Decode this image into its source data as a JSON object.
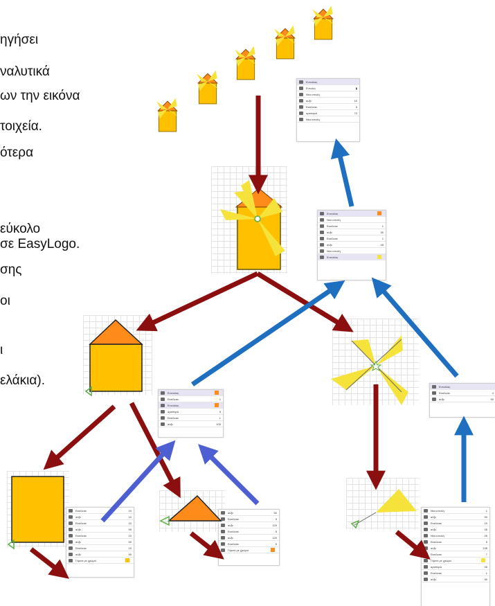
{
  "text_lines": [
    "ηγήσει",
    "ναλυτικά",
    "ων την εικόνα",
    "τοιχεία.",
    "ότερα",
    "εύκολο",
    "σε EasyLogo.",
    "σης",
    "οι",
    "ι",
    "ελάκια)."
  ],
  "panels": {
    "top": [
      {
        "label": "Εντολέας",
        "value": "",
        "hl": true
      },
      {
        "label": "Εντολές",
        "value": "▮"
      },
      {
        "label": "Νέα εντολή",
        "value": ""
      },
      {
        "label": "αύξε",
        "value": "10"
      },
      {
        "label": "Εκτέλεσε",
        "value": "5"
      },
      {
        "label": "αριστερά",
        "value": "72"
      },
      {
        "label": "Νέα εντολή",
        "value": ""
      }
    ],
    "middle": [
      {
        "label": "Εντολέας",
        "value": "",
        "hl": true,
        "swatch": "#ff8c1a"
      },
      {
        "label": "Νέα εντολή",
        "value": ""
      },
      {
        "label": "Εκτέλεσε",
        "value": "1"
      },
      {
        "label": "αύξε",
        "value": "30"
      },
      {
        "label": "Εκτέλεσε",
        "value": "1"
      },
      {
        "label": "αύξε",
        "value": "45"
      },
      {
        "label": "Νέα εντολή",
        "value": ""
      },
      {
        "label": "Εντολέας",
        "value": "",
        "hl": true,
        "swatch": "#f5e33b"
      }
    ],
    "left_mid": [
      {
        "label": "Εντολέας",
        "value": "",
        "hl": true,
        "swatch": "#ff8c1a"
      },
      {
        "label": "Εκτέλεσε",
        "value": "1"
      },
      {
        "label": "Εντολέας",
        "value": "",
        "hl": true,
        "swatch": "#ff8c1a"
      },
      {
        "label": "αριστερά",
        "value": "5"
      },
      {
        "label": "Εκτέλεσε",
        "value": "1"
      },
      {
        "label": "αύξε",
        "value": "100"
      }
    ],
    "right_mid": [
      {
        "label": "Εντολέας",
        "value": "",
        "hl": true
      },
      {
        "label": "Εκτέλεσε",
        "value": "4"
      },
      {
        "label": "αύξε",
        "value": "90"
      }
    ],
    "bl": [
      {
        "label": "Εκτέλεσε",
        "value": "10"
      },
      {
        "label": "αύξε",
        "value": "10"
      },
      {
        "label": "Εκτέλεσε",
        "value": "10"
      },
      {
        "label": "αύξε",
        "value": "90"
      },
      {
        "label": "Εκτέλεσε",
        "value": "10"
      },
      {
        "label": "αύξε",
        "value": "90"
      },
      {
        "label": "Εκτέλεσε",
        "value": "10"
      },
      {
        "label": "αύξε",
        "value": "90"
      },
      {
        "label": "Γέμισε με χρώμα",
        "value": "",
        "swatch": "#ffc000"
      }
    ],
    "bm": [
      {
        "label": "αύξε",
        "value": "50"
      },
      {
        "label": "Εκτέλεσε",
        "value": "5"
      },
      {
        "label": "αύξε",
        "value": "120"
      },
      {
        "label": "Εκτέλεσε",
        "value": "5"
      },
      {
        "label": "αύξε",
        "value": "120"
      },
      {
        "label": "Εκτέλεσε",
        "value": "5"
      },
      {
        "label": "Γέμισε με χρώμα",
        "value": "",
        "swatch": "#ff8c1a"
      }
    ],
    "br": [
      {
        "label": "Νέα εντολή",
        "value": "1"
      },
      {
        "label": "αύξε",
        "value": "90"
      },
      {
        "label": "Εκτέλεσε",
        "value": "10"
      },
      {
        "label": "αύξε",
        "value": "45"
      },
      {
        "label": "Νέα εντολή",
        "value": "45"
      },
      {
        "label": "Εκτέλεσε",
        "value": "5"
      },
      {
        "label": "αύξε",
        "value": "135"
      },
      {
        "label": "Εκτέλεσε",
        "value": "7"
      },
      {
        "label": "Γέμισε με χρώμα",
        "value": "",
        "swatch": "#f5e33b"
      },
      {
        "label": "αριστερά",
        "value": "45"
      },
      {
        "label": "Εκτέλεσε",
        "value": "1"
      },
      {
        "label": "αύξε",
        "value": "90"
      }
    ]
  },
  "colors": {
    "orange": "#ff8c1a",
    "gold": "#ffc000",
    "yellow": "#f5e33b",
    "dark_red_arrow": "#8b0f0f",
    "blue_arrow": "#1f6fc0",
    "violet_arrow": "#4d5fd1",
    "turtle_green": "#58b043"
  }
}
